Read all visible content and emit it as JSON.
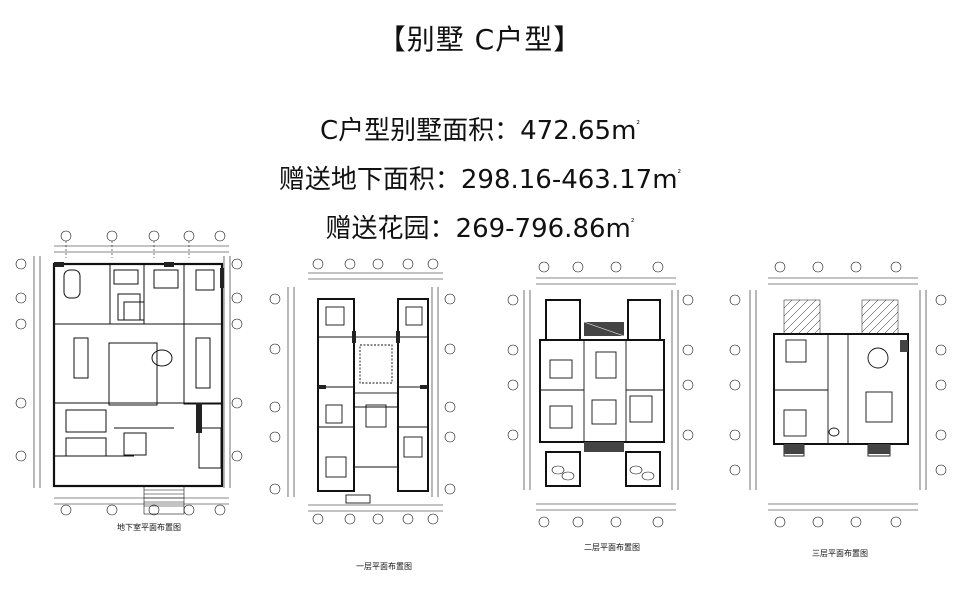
{
  "title": "【别墅 C户型】",
  "specs": [
    {
      "label": "C户型别墅面积：",
      "value": "472.65",
      "unit": "m",
      "sup": "²"
    },
    {
      "label": "赠送地下面积：",
      "value": "298.16-463.17",
      "unit": "m",
      "sup": "²"
    },
    {
      "label": "赠送花园：",
      "value": "269-796.86",
      "unit": "m",
      "sup": "²"
    }
  ],
  "plans": [
    {
      "caption": "地下室平面布置图"
    },
    {
      "caption": "一层平面布置图"
    },
    {
      "caption": "二层平面布置图"
    },
    {
      "caption": "三层平面布置图"
    }
  ]
}
